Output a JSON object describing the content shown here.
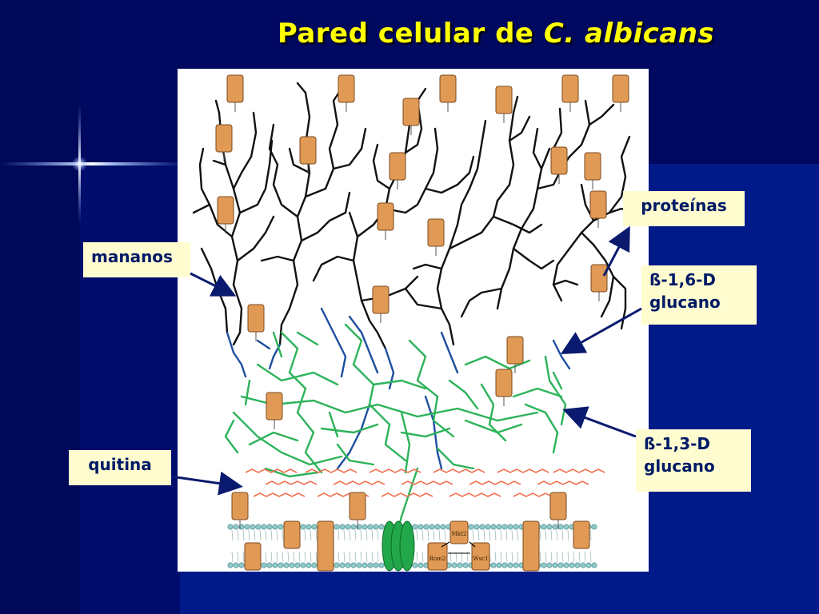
{
  "slide": {
    "title_main": "Pared celular de",
    "title_italic": "C. albicans"
  },
  "labels": {
    "mananos": "mananos",
    "quitina": "quitina",
    "proteinas": "proteínas",
    "b16_line1": "ß-1,6-D",
    "b16_line2": "glucano",
    "b13_line1": "ß-1,3-D",
    "b13_line2": "glucano"
  },
  "membrane_proteins": {
    "mkc2": "Mkt2",
    "rom2": "Rom2",
    "wsc1": "Wsc1"
  },
  "colors": {
    "background": "#000c63",
    "title": "#ffff00",
    "label_fill": "#fffdd0",
    "label_text": "#001a66",
    "mannan": "#111111",
    "beta16": "#1f4fa0",
    "beta13": "#2db35a",
    "chitin": "#f07050",
    "protein_fill": "#e09a55",
    "protein_stroke": "#7a4a20",
    "membrane_head": "#8fc9c9",
    "sensor": "#22a84a",
    "arrow": "#0a1a6e"
  }
}
